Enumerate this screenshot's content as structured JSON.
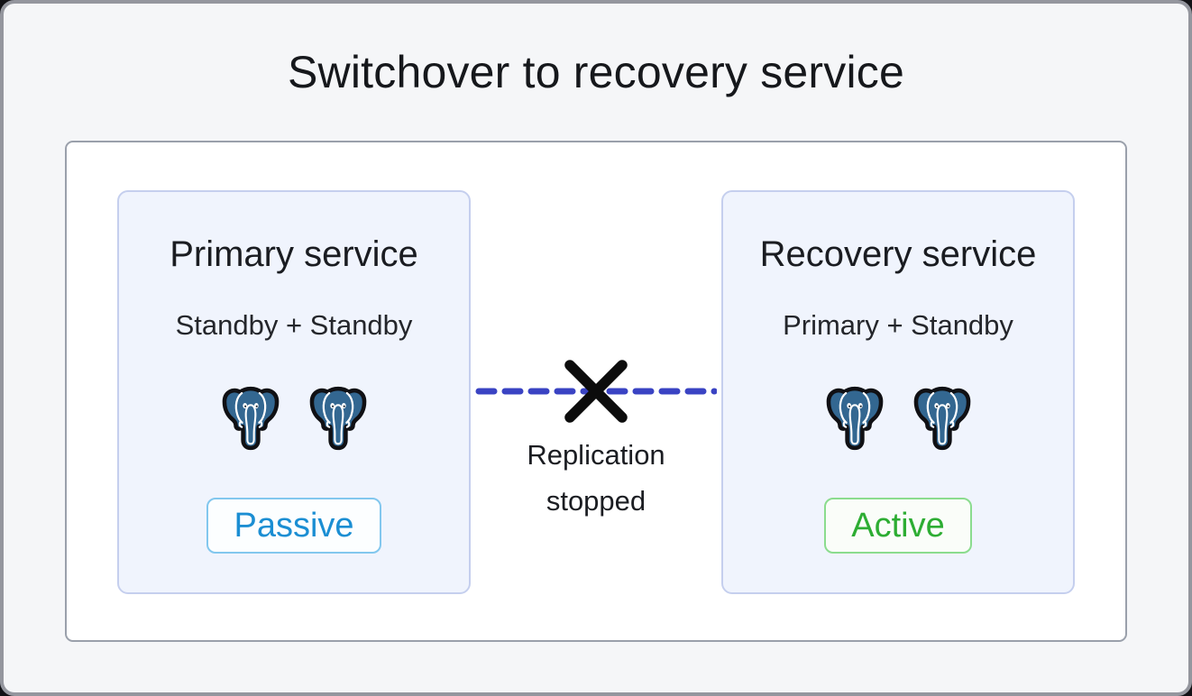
{
  "window": {
    "title": "Switchover to recovery service"
  },
  "colors": {
    "page_background": "#f5f6f8",
    "page_border": "#94969e",
    "panel_background": "#ffffff",
    "panel_border": "#9aa0ab",
    "card_background": "#f0f4fd",
    "card_border": "#c5cfee",
    "replication_line": "#3a43c3",
    "cross_mark": "#0c0c0c",
    "passive_text": "#1b8ed3",
    "passive_border": "#82c7ee",
    "active_text": "#2dad33",
    "active_border": "#8bdc8e",
    "postgres_blue": "#336791"
  },
  "cards": [
    {
      "title": "Primary service",
      "subtitle": "Standby + Standby",
      "badge": "Passive",
      "badge_state": "passive",
      "icons": [
        "postgres-elephant-icon",
        "postgres-elephant-icon"
      ]
    },
    {
      "title": "Recovery service",
      "subtitle": "Primary + Standby",
      "badge": "Active",
      "badge_state": "active",
      "icons": [
        "postgres-elephant-icon",
        "postgres-elephant-icon"
      ]
    }
  ],
  "connector": {
    "label": "Replication stopped",
    "line_style": "dashed",
    "crossed_out": true
  }
}
